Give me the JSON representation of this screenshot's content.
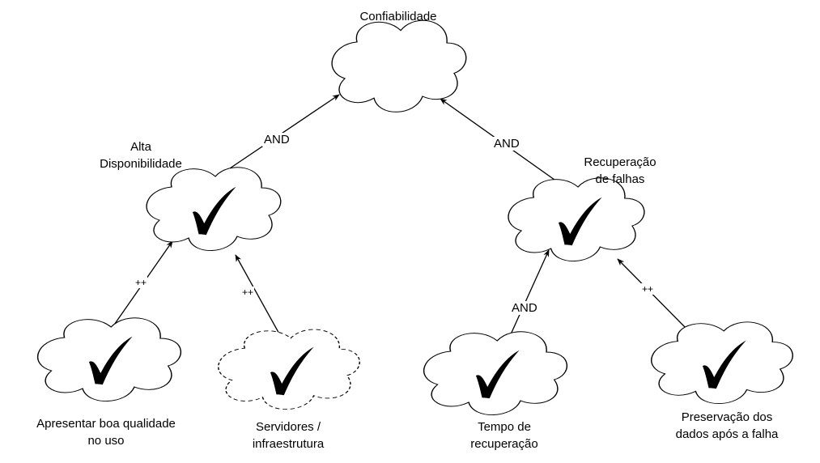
{
  "nodes": {
    "root": {
      "label": "Confiabilidade"
    },
    "alta": {
      "label": "Alta\nDisponibilidade"
    },
    "recuperacao": {
      "label": "Recuperação\nde falhas"
    },
    "apresentar": {
      "label": "Apresentar boa qualidade\nno uso"
    },
    "servidores": {
      "label": "Servidores /\ninfraestrutura"
    },
    "tempo": {
      "label": "Tempo de\nrecuperação"
    },
    "preservacao": {
      "label": "Preservação dos\ndados após a falha"
    }
  },
  "edges": {
    "alta_root": "AND",
    "recuperacao_root": "AND",
    "apresentar_alta": "++",
    "servidores_alta": "++",
    "tempo_recuperacao": "AND",
    "preservacao_recuperacao": "++"
  },
  "icons": {
    "cloud": "cloud-shape",
    "check": "checkmark-icon"
  }
}
